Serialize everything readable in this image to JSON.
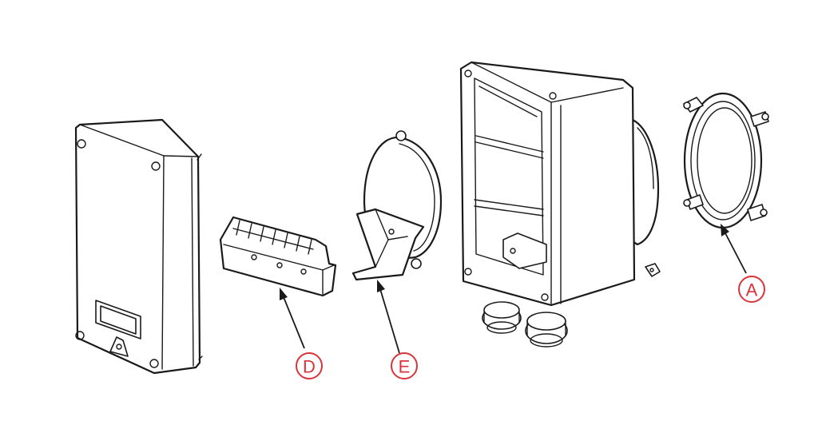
{
  "diagram": {
    "callout_color": "#d9343a",
    "callouts": [
      {
        "id": "D",
        "label": "D"
      },
      {
        "id": "E",
        "label": "E"
      },
      {
        "id": "A",
        "label": "A"
      }
    ]
  }
}
